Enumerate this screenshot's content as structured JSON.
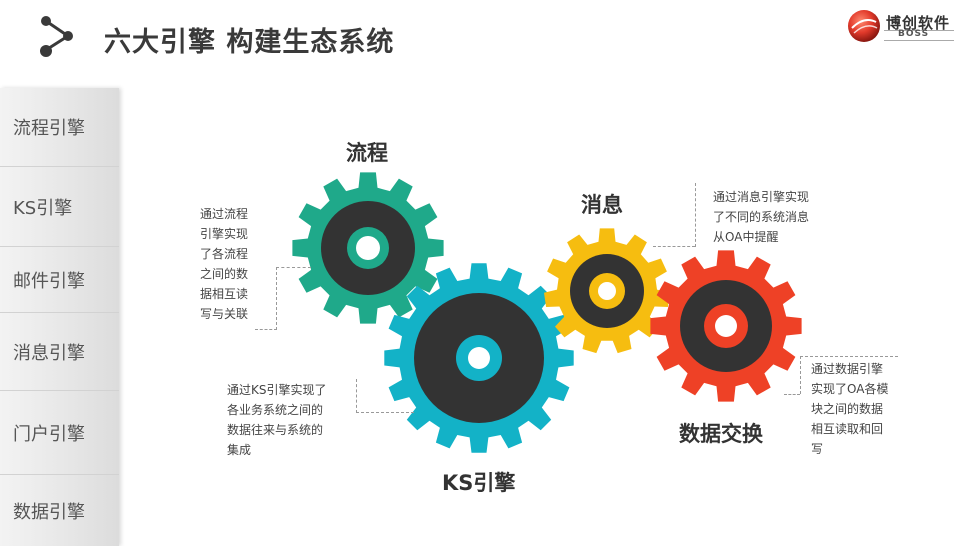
{
  "header": {
    "title": "六大引擎 构建生态系统",
    "icon": "share-nodes-icon"
  },
  "logo": {
    "name": "博创软件",
    "sub": "BOSS",
    "colors": {
      "red": "#e23a2b",
      "dark": "#8a1710"
    }
  },
  "sidebar": {
    "items": [
      {
        "label": "流程引擎"
      },
      {
        "label": "KS引擎"
      },
      {
        "label": "邮件引擎"
      },
      {
        "label": "消息引擎"
      },
      {
        "label": "门户引擎"
      },
      {
        "label": "数据引擎"
      }
    ]
  },
  "gears": {
    "process": {
      "label": "流程",
      "color": "#1fa98a",
      "note": "通过流程\n引擎实现\n了各流程\n之间的数\n据相互读\n写与关联"
    },
    "ks": {
      "label": "KS引擎",
      "color": "#13b2c7",
      "note": "通过KS引擎实现了\n各业务系统之间的\n数据往来与系统的\n集成"
    },
    "message": {
      "label": "消息",
      "color": "#f6bd10",
      "note": "通过消息引擎实现\n了不同的系统消息\n从OA中提醒"
    },
    "data": {
      "label": "数据交换",
      "color": "#ee4126",
      "note": "通过数据引擎\n实现了OA各模\n块之间的数据\n相互读取和回\n写"
    }
  },
  "colors": {
    "gear_body": "#333333",
    "sidebar_bg": "#e7e7e7"
  }
}
